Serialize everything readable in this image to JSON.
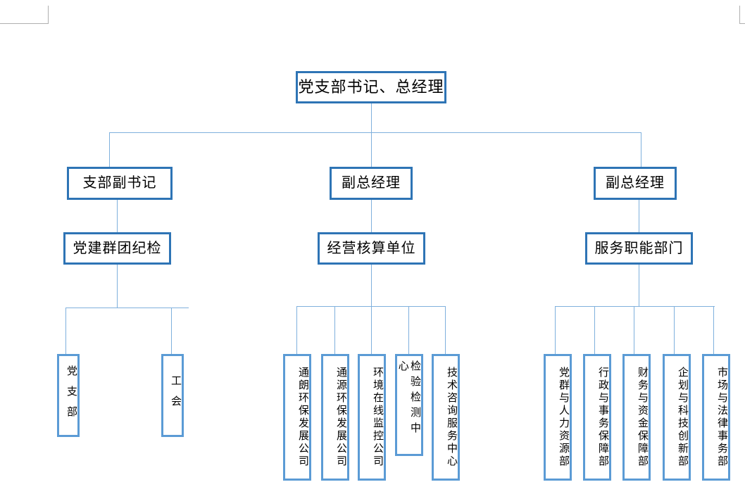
{
  "document": {
    "type": "organization-chart",
    "page_margin_marks": true,
    "colors": {
      "box_border_dark": "#2E74B5",
      "box_border_light": "#5B9BD5",
      "connector": "#5B9BD5",
      "text": "#000000",
      "background": "#FFFFFF",
      "margin_mark": "#B0B0B0"
    }
  },
  "chart": {
    "root": {
      "label": "党支部书记、总经理"
    },
    "branches": [
      {
        "id": "branch-left",
        "level2": {
          "label": "支部副书记"
        },
        "level3": {
          "label": "党建群团纪检"
        },
        "leaves": [
          {
            "label": "党支部"
          },
          {
            "label": "工会"
          }
        ]
      },
      {
        "id": "branch-middle",
        "level2": {
          "label": "副总经理"
        },
        "level3": {
          "label": "经营核算单位"
        },
        "leaves": [
          {
            "label": "通朗环保发展公司"
          },
          {
            "label": "通源环保发展公司"
          },
          {
            "label": "环境在线监控公司"
          },
          {
            "label": "检验检测中心"
          },
          {
            "label": "技术咨询服务中心"
          }
        ]
      },
      {
        "id": "branch-right",
        "level2": {
          "label": "副总经理"
        },
        "level3": {
          "label": "服务职能部门"
        },
        "leaves": [
          {
            "label": "党群与人力资源部"
          },
          {
            "label": "行政与事务保障部"
          },
          {
            "label": "财务与资金保障部"
          },
          {
            "label": "企划与科技创新部"
          },
          {
            "label": "市场与法律事务部"
          }
        ]
      }
    ]
  }
}
